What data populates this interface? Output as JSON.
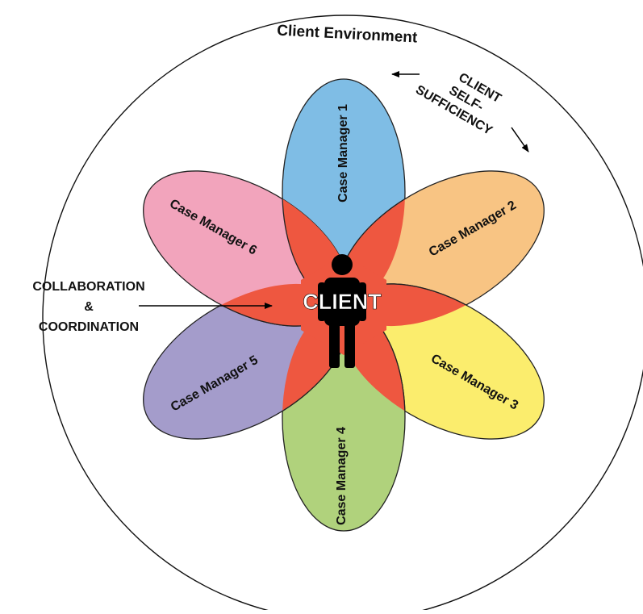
{
  "diagram": {
    "environment_label": "Client Environment",
    "client_label": "CLIENT",
    "self_sufficiency": {
      "line1": "CLIENT",
      "line2": "SELF-",
      "line3": "SUFFICIENCY"
    },
    "collaboration": {
      "line1": "COLLABORATION",
      "line2": "&",
      "line3": "COORDINATION"
    },
    "case_managers": [
      {
        "label": "Case Manager 1",
        "color": "#7fbde5"
      },
      {
        "label": "Case Manager 2",
        "color": "#f8c483"
      },
      {
        "label": "Case Manager 3",
        "color": "#fbed6d"
      },
      {
        "label": "Case Manager 4",
        "color": "#b0d27c"
      },
      {
        "label": "Case Manager 5",
        "color": "#a49ccb"
      },
      {
        "label": "Case Manager 6",
        "color": "#f2a4bc"
      }
    ],
    "overlap_color": "#ee5740",
    "figure_color": "#000000"
  }
}
